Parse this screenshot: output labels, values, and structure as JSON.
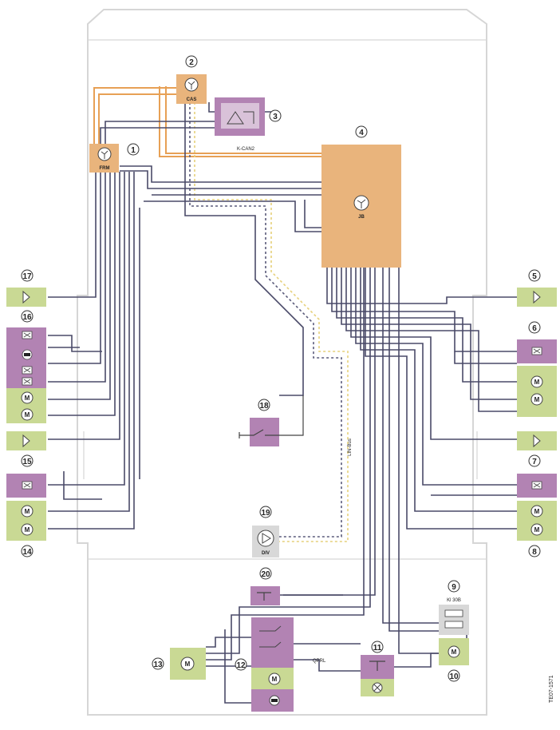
{
  "colors": {
    "orange": "#e9b47c",
    "purple": "#b283b3",
    "green": "#c9d994",
    "grey": "#d8d8d8",
    "wire": "#4a4a68",
    "can_wire": "#e7a055",
    "lin_wire": "#e6d07a"
  },
  "labels": {
    "cas": "CAS",
    "frm": "FRM",
    "jb": "JB",
    "div": "DIV",
    "k_can2": "K-CAN2",
    "lin_bus": "LIN-Bus",
    "kl30b": "Kl 30B",
    "qprl": "QPRL",
    "code": "TE07-1571"
  },
  "callouts": [
    "1",
    "2",
    "3",
    "4",
    "5",
    "6",
    "7",
    "8",
    "9",
    "10",
    "11",
    "12",
    "13",
    "14",
    "15",
    "16",
    "17",
    "18",
    "19",
    "20"
  ],
  "icons": {
    "motor": "M",
    "control_unit": "transistor-icon",
    "switch": "switch-icon",
    "lamp": "led-icon",
    "fuse": "fuse-icon",
    "amplifier": "triangle-icon"
  }
}
